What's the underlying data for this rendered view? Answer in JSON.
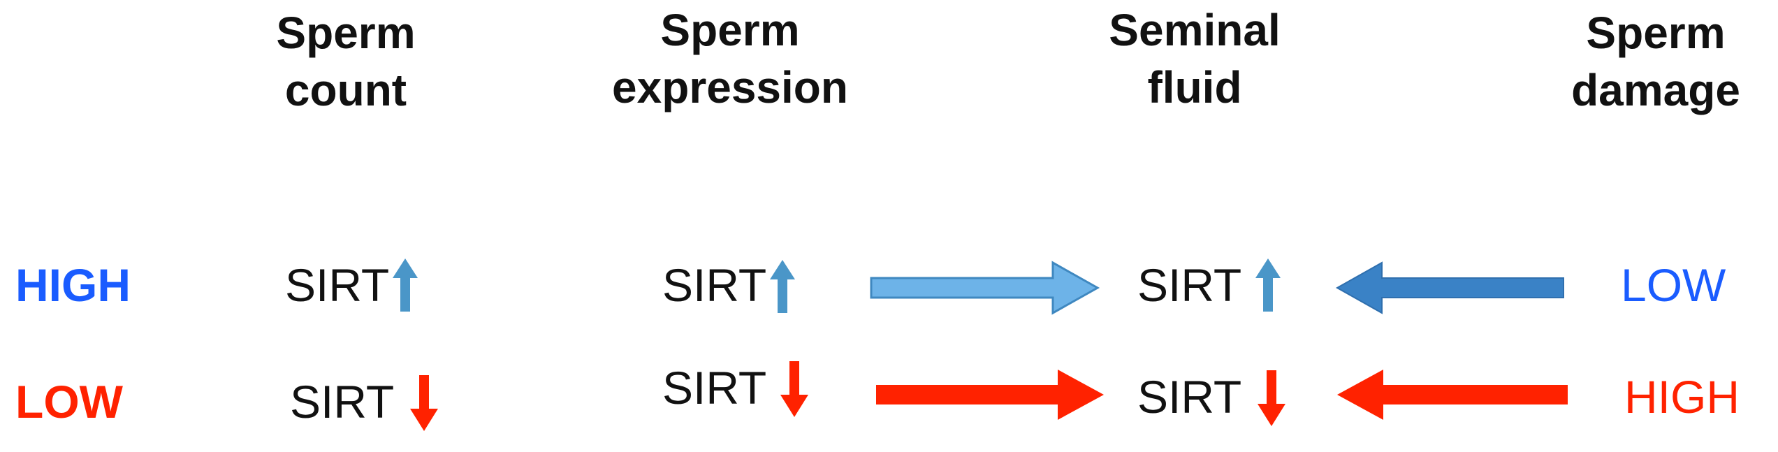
{
  "headers": [
    {
      "line1": "Sperm",
      "line2": "count"
    },
    {
      "line1": "Sperm",
      "line2": "expression"
    },
    {
      "line1": "Seminal",
      "line2": "fluid"
    },
    {
      "line1": "Sperm",
      "line2": "damage"
    }
  ],
  "rows": {
    "high": {
      "label": "HIGH",
      "sirt_count": "SIRT",
      "sirt_expression": "SIRT",
      "sirt_fluid": "SIRT",
      "damage": "LOW"
    },
    "low": {
      "label": "LOW",
      "sirt_count": "SIRT",
      "sirt_expression": "SIRT",
      "sirt_fluid": "SIRT",
      "damage": "HIGH"
    }
  },
  "colors": {
    "blue_text": "#1a5cff",
    "blue_arrow": "#4a96c8",
    "blue_light_arrow": "#6db3e8",
    "red": "#ff2200",
    "dark_text": "#111111"
  },
  "icons": {
    "up": "arrow-up-icon",
    "down": "arrow-down-icon",
    "right": "arrow-right-icon",
    "left": "arrow-left-icon"
  }
}
